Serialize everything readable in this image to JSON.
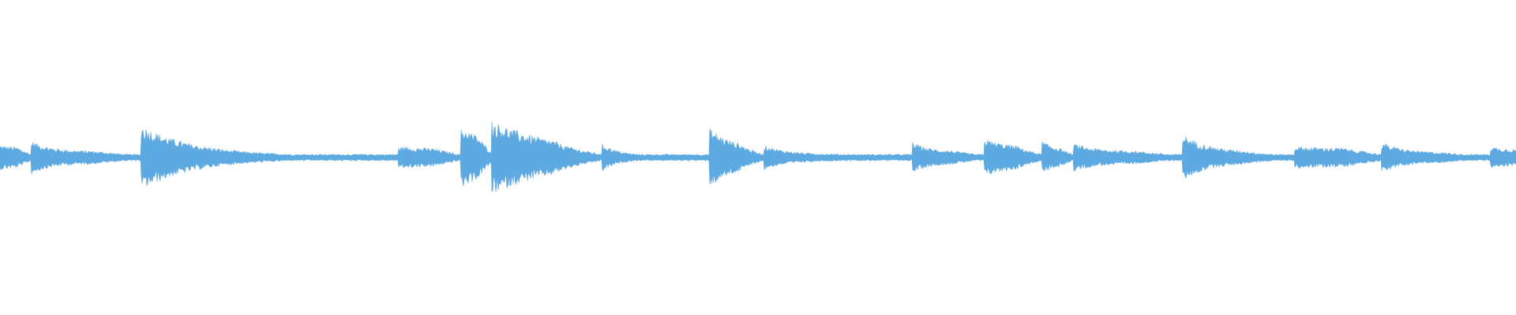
{
  "waveform": {
    "color": "#5DA9E1",
    "background": "#FFFFFF",
    "baseline_fraction": 0.5,
    "envelopes": [
      {
        "onset": 0.0,
        "peak": 0.08,
        "decay": 0.01,
        "sustain": 0.06
      },
      {
        "onset": 0.0205,
        "peak": 0.11,
        "decay": 0.012,
        "sustain": 0.04
      },
      {
        "onset": 0.093,
        "peak": 0.21,
        "decay": 0.035,
        "sustain": 0.01
      },
      {
        "onset": 0.263,
        "peak": 0.07,
        "decay": 0.03,
        "sustain": 0.05
      },
      {
        "onset": 0.304,
        "peak": 0.2,
        "decay": 0.02,
        "sustain": 0.06
      },
      {
        "onset": 0.324,
        "peak": 0.24,
        "decay": 0.045,
        "sustain": 0.02
      },
      {
        "onset": 0.397,
        "peak": 0.09,
        "decay": 0.012,
        "sustain": 0.01
      },
      {
        "onset": 0.468,
        "peak": 0.19,
        "decay": 0.018,
        "sustain": 0.04
      },
      {
        "onset": 0.504,
        "peak": 0.08,
        "decay": 0.015,
        "sustain": 0.02
      },
      {
        "onset": 0.602,
        "peak": 0.1,
        "decay": 0.01,
        "sustain": 0.04
      },
      {
        "onset": 0.649,
        "peak": 0.12,
        "decay": 0.022,
        "sustain": 0.05
      },
      {
        "onset": 0.687,
        "peak": 0.11,
        "decay": 0.008,
        "sustain": 0.05
      },
      {
        "onset": 0.708,
        "peak": 0.09,
        "decay": 0.014,
        "sustain": 0.04
      },
      {
        "onset": 0.78,
        "peak": 0.15,
        "decay": 0.018,
        "sustain": 0.03
      },
      {
        "onset": 0.854,
        "peak": 0.07,
        "decay": 0.02,
        "sustain": 0.06
      },
      {
        "onset": 0.911,
        "peak": 0.1,
        "decay": 0.014,
        "sustain": 0.03
      },
      {
        "onset": 0.983,
        "peak": 0.07,
        "decay": 0.01,
        "sustain": 0.05
      }
    ]
  }
}
